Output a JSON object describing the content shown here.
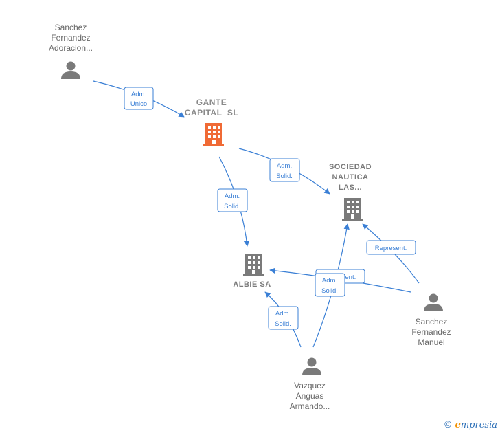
{
  "nodes": {
    "person_adoracion": {
      "lines": [
        "Sanchez",
        "Fernandez",
        "Adoracion..."
      ]
    },
    "gante": {
      "lines": [
        "GANTE",
        "CAPITAL  SL"
      ]
    },
    "sociedad": {
      "lines": [
        "SOCIEDAD",
        "NAUTICA",
        "LAS..."
      ]
    },
    "albie": {
      "lines": [
        "ALBIE SA"
      ]
    },
    "person_manuel": {
      "lines": [
        "Sanchez",
        "Fernandez",
        "Manuel"
      ]
    },
    "person_vazquez": {
      "lines": [
        "Vazquez",
        "Anguas",
        "Armando..."
      ]
    }
  },
  "edges": {
    "adm_unico": {
      "lines": [
        "Adm.",
        "Unico"
      ]
    },
    "gante_albie": {
      "lines": [
        "Adm.",
        "Solid."
      ]
    },
    "gante_sociedad": {
      "lines": [
        "Adm.",
        "Solid."
      ]
    },
    "manuel_sociedad": {
      "lines": [
        "Represent."
      ]
    },
    "manuel_albie": {
      "lines": [
        "Represent."
      ]
    },
    "vazquez_sociedad": {
      "lines": [
        "Adm.",
        "Solid."
      ]
    },
    "vazquez_albie": {
      "lines": [
        "Adm.",
        "Solid."
      ]
    }
  },
  "colors": {
    "edge": "#3a7fd5",
    "main_company": "#f06a35",
    "company": "#7a7a7a",
    "person": "#7a7a7a"
  },
  "footer": {
    "copyright": "©",
    "brand_e": "e",
    "brand_rest": "mpresia"
  }
}
